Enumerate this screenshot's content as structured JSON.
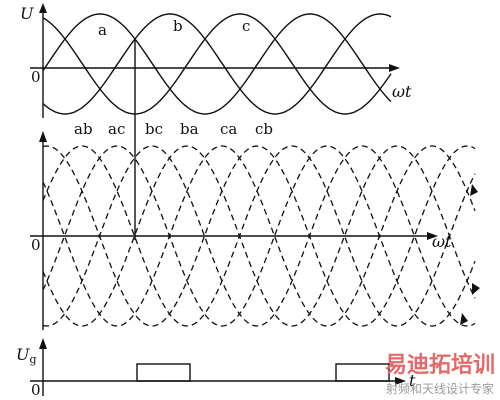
{
  "top_panel": {
    "y_label": "U",
    "origin_label": "0",
    "x_label": "ωt",
    "phase_labels": [
      "a",
      "b",
      "c"
    ]
  },
  "middle_panel": {
    "origin_label": "0",
    "x_label": "ωt",
    "line_voltage_labels": [
      "ab",
      "ac",
      "bc",
      "ba",
      "ca",
      "cb"
    ]
  },
  "bottom_panel": {
    "y_label_main": "U",
    "y_label_sub": "g",
    "origin_label": "0",
    "x_label": "t"
  },
  "watermark": {
    "title": "易迪拓培训",
    "subtitle": "射频和天线设计专家"
  },
  "colors": {
    "ink": "#111111",
    "watermark_red": "#e46a6a",
    "watermark_gray": "#9a9a9a"
  }
}
